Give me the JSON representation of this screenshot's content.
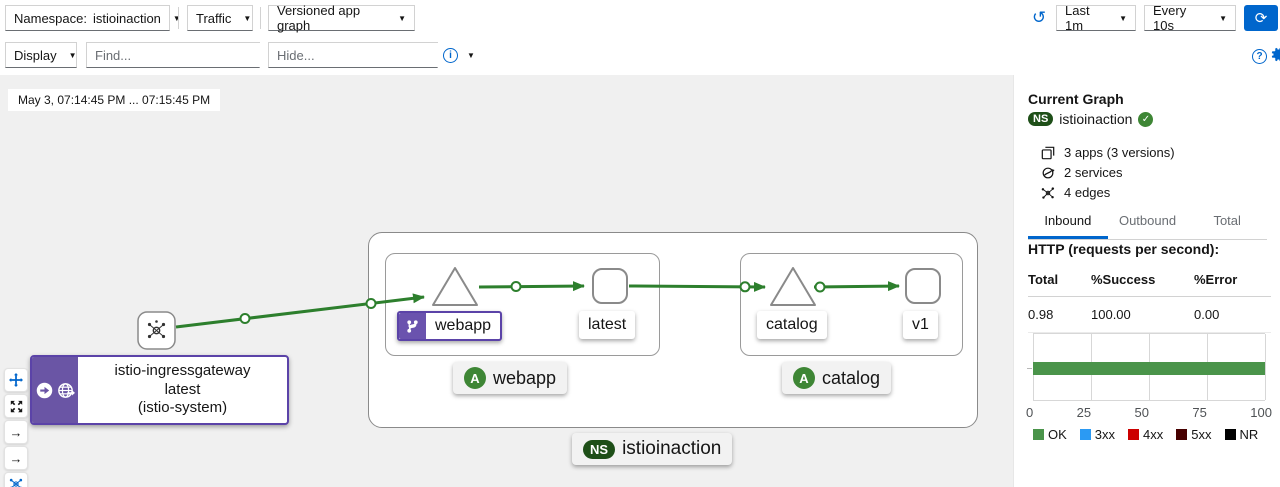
{
  "toolbar": {
    "namespace_label": "Namespace:",
    "namespace_value": "istioinaction",
    "traffic_label": "Traffic",
    "graph_type_value": "Versioned app graph",
    "time_range_value": "Last 1m",
    "refresh_interval_value": "Every 10s",
    "display_label": "Display",
    "find_placeholder": "Find...",
    "hide_placeholder": "Hide..."
  },
  "graph": {
    "timestamp": "May 3, 07:14:45 PM ... 07:15:45 PM",
    "gateway": {
      "line1": "istio-ingressgateway",
      "line2": "latest",
      "line3": "(istio-system)"
    },
    "nodes": {
      "webapp_service": "webapp",
      "webapp_workload": "latest",
      "catalog_service": "catalog",
      "catalog_workload": "v1"
    },
    "groups": {
      "webapp_app": "webapp",
      "catalog_app": "catalog",
      "app_badge": "A",
      "ns_badge": "NS",
      "namespace": "istioinaction"
    }
  },
  "sidebar": {
    "title": "Current Graph",
    "ns_badge": "NS",
    "namespace": "istioinaction",
    "summary": [
      {
        "icon": "applications-icon",
        "text": "3 apps (3 versions)"
      },
      {
        "icon": "services-icon",
        "text": "2 services"
      },
      {
        "icon": "edges-icon",
        "text": "4 edges"
      }
    ],
    "tabs": [
      "Inbound",
      "Outbound",
      "Total"
    ],
    "http_title": "HTTP (requests per second):",
    "table": {
      "headers": [
        "Total",
        "%Success",
        "%Error"
      ],
      "values": [
        "0.98",
        "100.00",
        "0.00"
      ]
    }
  },
  "chart_data": {
    "type": "bar",
    "orientation": "horizontal",
    "title": "HTTP (requests per second)",
    "series": [
      {
        "name": "OK",
        "value": 100,
        "color": "#4a944a"
      },
      {
        "name": "3xx",
        "value": 0,
        "color": "#2b9af3"
      },
      {
        "name": "4xx",
        "value": 0,
        "color": "#cc0000"
      },
      {
        "name": "5xx",
        "value": 0,
        "color": "#470000"
      },
      {
        "name": "NR",
        "value": 0,
        "color": "#000000"
      }
    ],
    "xlim": [
      0,
      100
    ],
    "xticks": [
      0,
      25,
      50,
      75,
      100
    ],
    "grid": true,
    "legend_position": "bottom",
    "legend": [
      {
        "label": "OK",
        "color": "#4a944a"
      },
      {
        "label": "3xx",
        "color": "#2b9af3"
      },
      {
        "label": "4xx",
        "color": "#cc0000"
      },
      {
        "label": "5xx",
        "color": "#470000"
      },
      {
        "label": "NR",
        "color": "#000000"
      }
    ]
  }
}
